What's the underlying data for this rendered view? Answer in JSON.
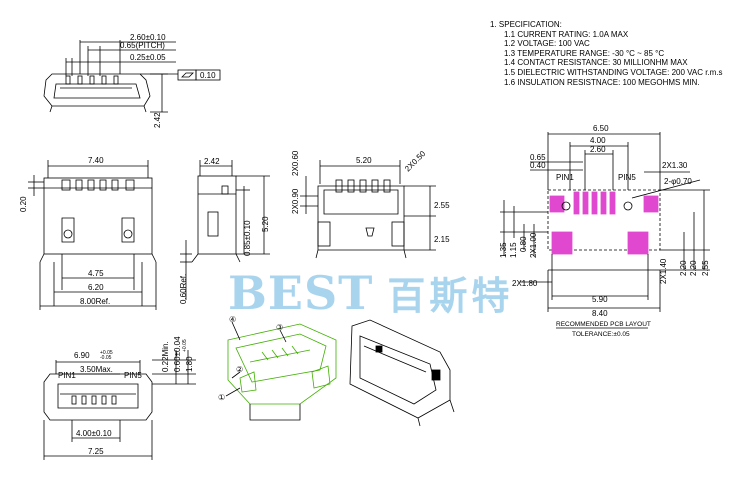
{
  "spec": {
    "title": "1. SPECIFICATION:",
    "items": [
      "1.1  CURRENT RATING: 1.0A MAX",
      "1.2  VOLTAGE: 100 VAC",
      "1.3  TEMPERATURE RANGE: -30 °C ~ 85 °C",
      "1.4  CONTACT RESISTANCE: 30 MILLIONHM MAX",
      "1.5  DIELECTRIC WITHSTANDING VOLTAGE: 200 VAC r.m.s",
      "1.6  INSULATION RESISTNACE: 100 MEGOHMS MIN."
    ]
  },
  "watermark": {
    "latin": "BEST",
    "cjk": "百斯特"
  },
  "front_top": {
    "d1": "2.60±0.10",
    "d2": "0.65(PITCH)",
    "d3": "0.25±0.05",
    "flatness": "0.10",
    "height": "2.42"
  },
  "top_view": {
    "width": "7.40",
    "left": "0.20",
    "inner": "4.75",
    "mid": "6.20",
    "overall": "8.00Ref."
  },
  "side_view": {
    "top": "2.42",
    "h1": "0.85±0.10",
    "h2": "5.20",
    "ref": "0.60Ref."
  },
  "front_view": {
    "top": "5.20",
    "left_a": "2X0.60",
    "left_b": "2X0.90",
    "holes": "2X0.50",
    "r1": "2.55",
    "r2": "2.15"
  },
  "bottom_view": {
    "w1": "6.90",
    "w1_tol_plus": "+0.05",
    "w1_tol_minus": "-0.05",
    "pitch_text": "3.50Max.",
    "pin1": "PIN1",
    "pin5": "PIN5",
    "v1": "0.22Min.",
    "v2": "0.60±0.04",
    "v3": "1.80",
    "v3_tol": "+0.05",
    "w2": "4.00±0.10",
    "w3": "7.25"
  },
  "pcb": {
    "d650": "6.50",
    "d400": "4.00",
    "d260": "2.60",
    "d065": "0.65",
    "d040": "0.40",
    "pin1": "PIN1",
    "pin5": "PIN5",
    "d2x130": "2X1.30",
    "d2xphi": "2-φ0.70",
    "v135": "1.35",
    "v115": "1.15",
    "v080": "0.80",
    "v2x100": "2X1.00",
    "v2x140": "2X1.40",
    "v220a": "2.20",
    "v220b": "2.20",
    "v255": "2.55",
    "d2x180": "2X1.80",
    "d590": "5.90",
    "d840": "8.40",
    "title": "RECOMMENDED PCB LAYOUT",
    "tolerance": "TOLERANCE:±0.05"
  },
  "iso_labels": {
    "a": "④",
    "b": "③",
    "c": "②",
    "d": "①"
  },
  "colors": {
    "line": "#000000",
    "part": "#40b000",
    "pad": "#e048d0",
    "watermark": "#a9d4ee"
  }
}
